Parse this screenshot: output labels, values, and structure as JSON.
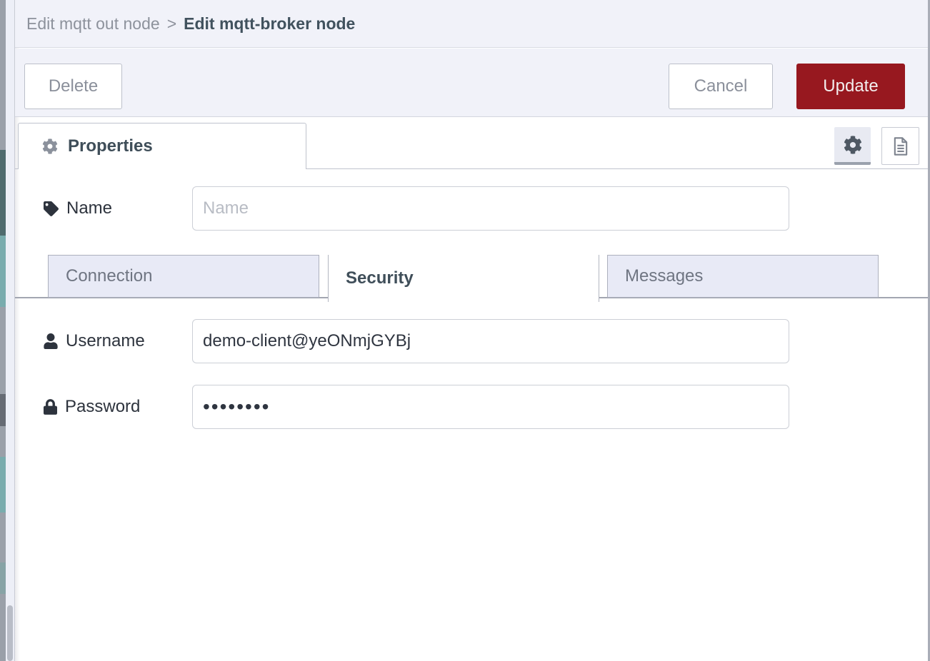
{
  "dialog": {
    "breadcrumb": {
      "parent": "Edit mqtt out node",
      "separator": ">",
      "current": "Edit mqtt-broker node"
    },
    "buttons": {
      "delete": "Delete",
      "cancel": "Cancel",
      "update": "Update"
    },
    "panel_tab": {
      "label": "Properties"
    },
    "toolbar_icons": {
      "settings": "gear-icon",
      "description": "document-icon"
    },
    "form": {
      "name": {
        "label": "Name",
        "placeholder": "Name",
        "value": ""
      },
      "tabs": [
        {
          "label": "Connection",
          "active": false
        },
        {
          "label": "Security",
          "active": true
        },
        {
          "label": "Messages",
          "active": false
        }
      ],
      "username": {
        "label": "Username",
        "value": "demo-client@yeONmjGYBj"
      },
      "password": {
        "label": "Password",
        "masked_value": "••••••••"
      }
    }
  },
  "colors": {
    "update_button": "#97181f",
    "header_bg": "#f1f2f9",
    "inactive_tab_bg": "#e8eaf6",
    "active_text": "#3f4e59",
    "workspace_teal": "#79acae"
  }
}
